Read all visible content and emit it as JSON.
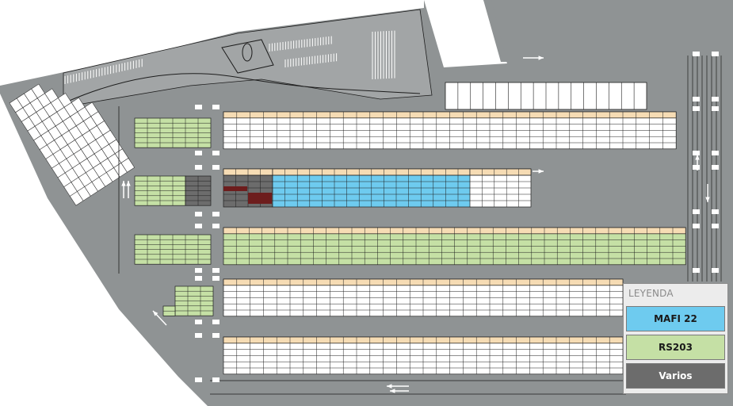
{
  "legend": {
    "title": "LEYENDA",
    "items": [
      {
        "label": "MAFI 22",
        "color": "#6ecbef",
        "text_color": "#1a1a1a"
      },
      {
        "label": "RS203",
        "color": "#c5e0a5",
        "text_color": "#1a1a1a"
      },
      {
        "label": "Varios",
        "color": "#6c6c6c",
        "text_color": "#ffffff"
      }
    ]
  },
  "colors": {
    "ground": "#8f9394",
    "yard": "#a2a5a6",
    "slot_white": "#ffffff",
    "slot_header": "#f6dcb4",
    "mafi": "#6ecbef",
    "rs203": "#c5e0a5",
    "varios": "#6c6c6c",
    "dark_red": "#6d1d1d",
    "line": "#1d1d1d"
  }
}
